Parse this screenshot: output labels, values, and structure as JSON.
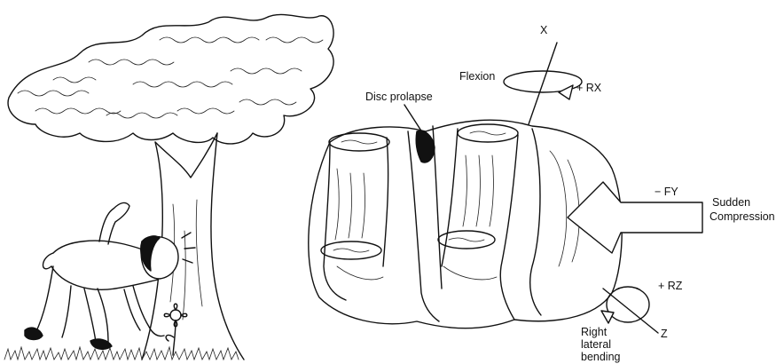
{
  "labels": {
    "axis_x": "X",
    "flexion": "Flexion",
    "plus_rx": "+ RX",
    "disc_prolapse": "Disc prolapse",
    "minus_fy": "− FY",
    "sudden": "Sudden",
    "compression": "Compression",
    "plus_rz": "+ RZ",
    "axis_z": "Z",
    "right": "Right",
    "lateral": "lateral",
    "bending": "bending"
  }
}
